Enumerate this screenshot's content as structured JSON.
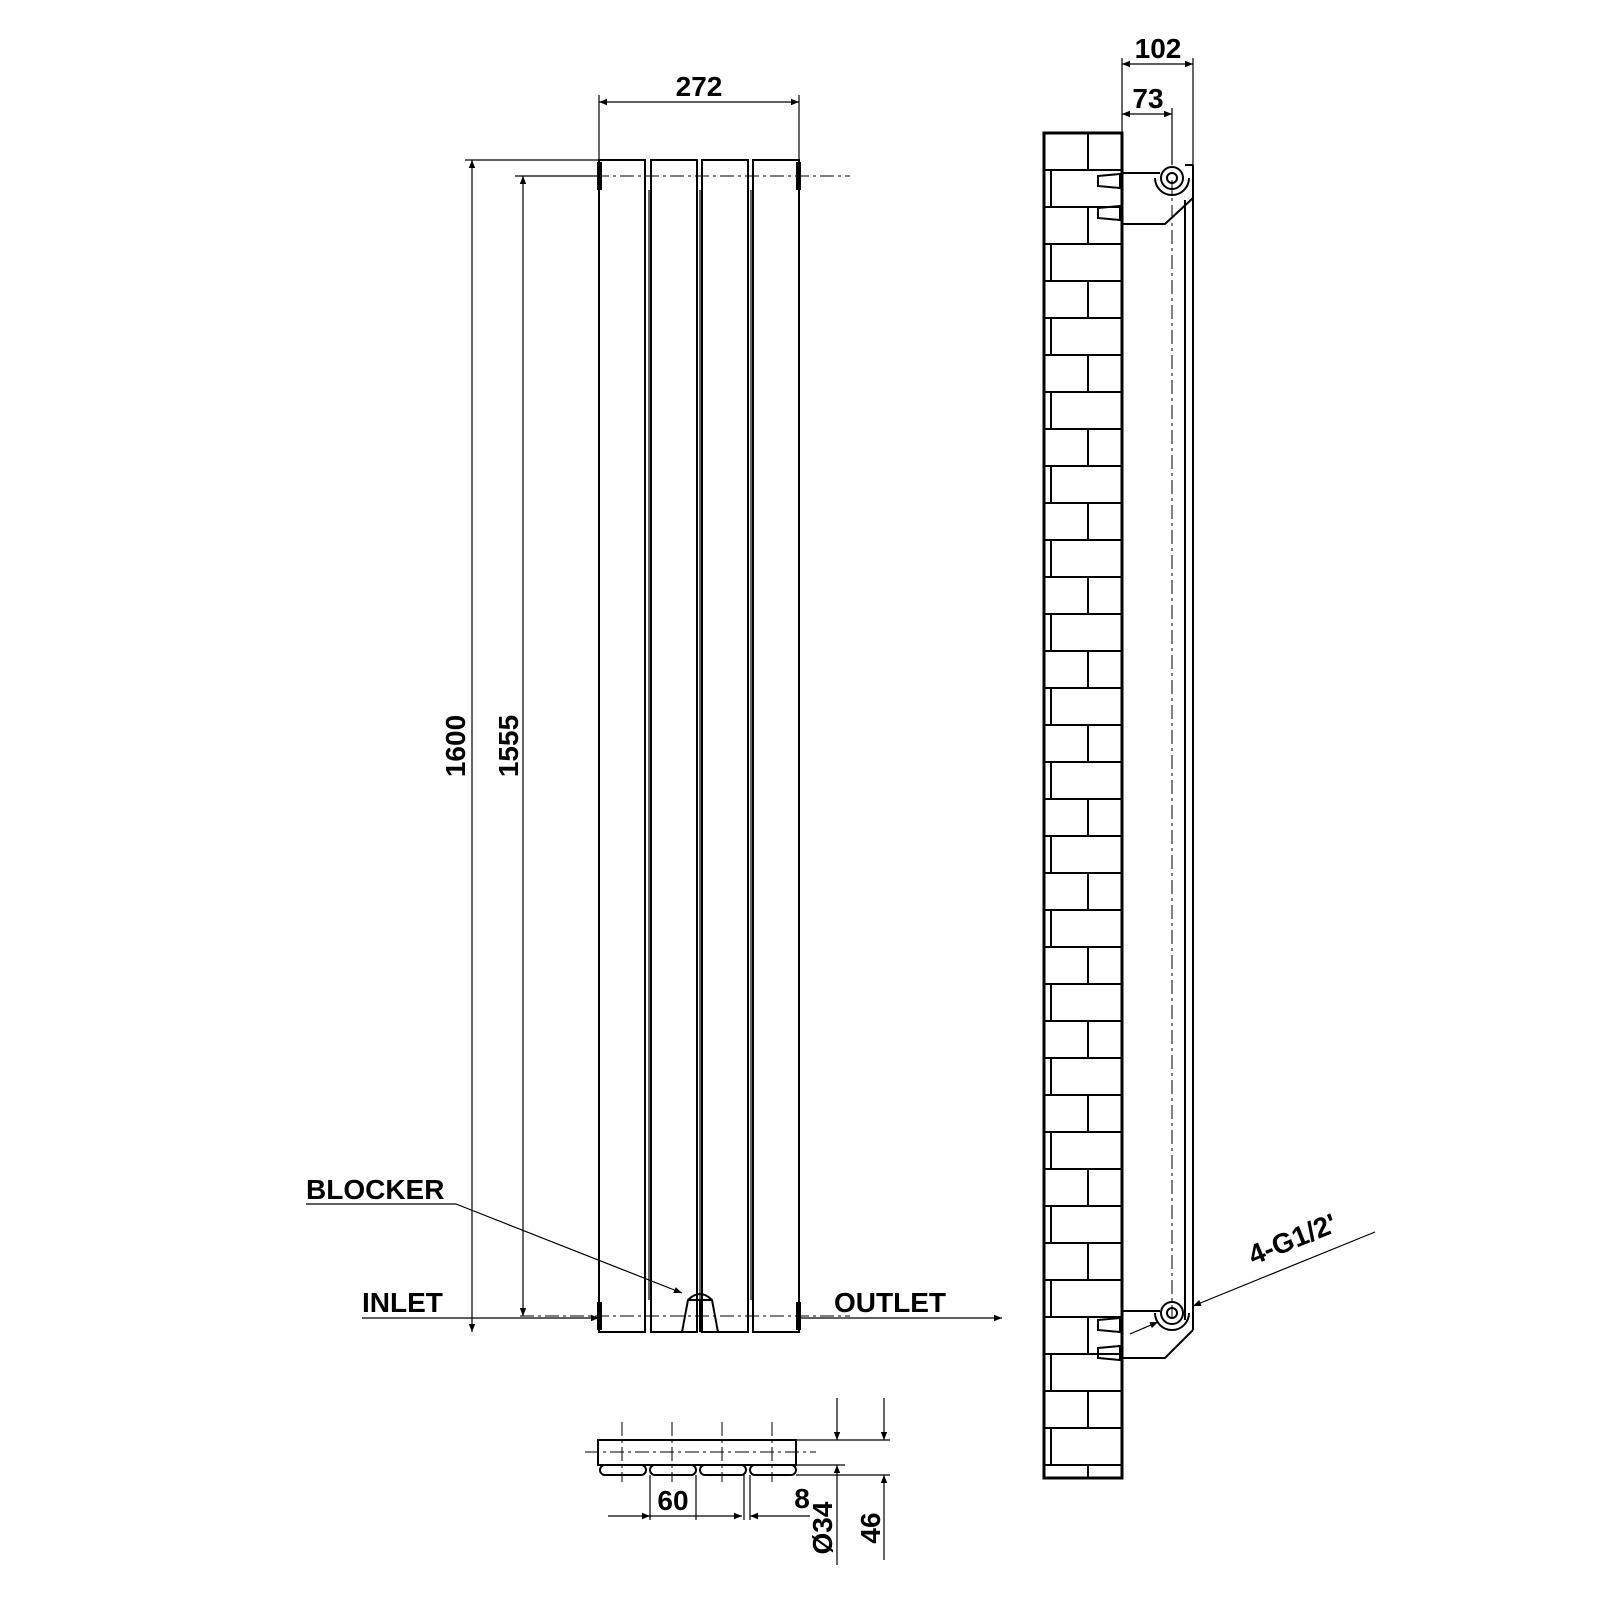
{
  "drawing": {
    "title": "Vertical designer radiator technical drawing",
    "colors": {
      "ink": "#000000",
      "paper": "#ffffff"
    },
    "front_view": {
      "width_label": "272",
      "height_overall_label": "1600",
      "pipe_centres_label": "1555",
      "columns": 4,
      "callouts": {
        "blocker": "BLOCKER",
        "inlet": "INLET",
        "outlet": "OUTLET"
      }
    },
    "plan_view": {
      "column_pitch_label": "60",
      "column_gap_label": "8",
      "pipe_diameter_label": "Ø34",
      "depth_label": "46"
    },
    "side_view": {
      "wall_to_front_label": "102",
      "wall_to_pipe_centre_label": "73",
      "connection_label": "4-G1/2'",
      "wall_type": "brick"
    }
  }
}
